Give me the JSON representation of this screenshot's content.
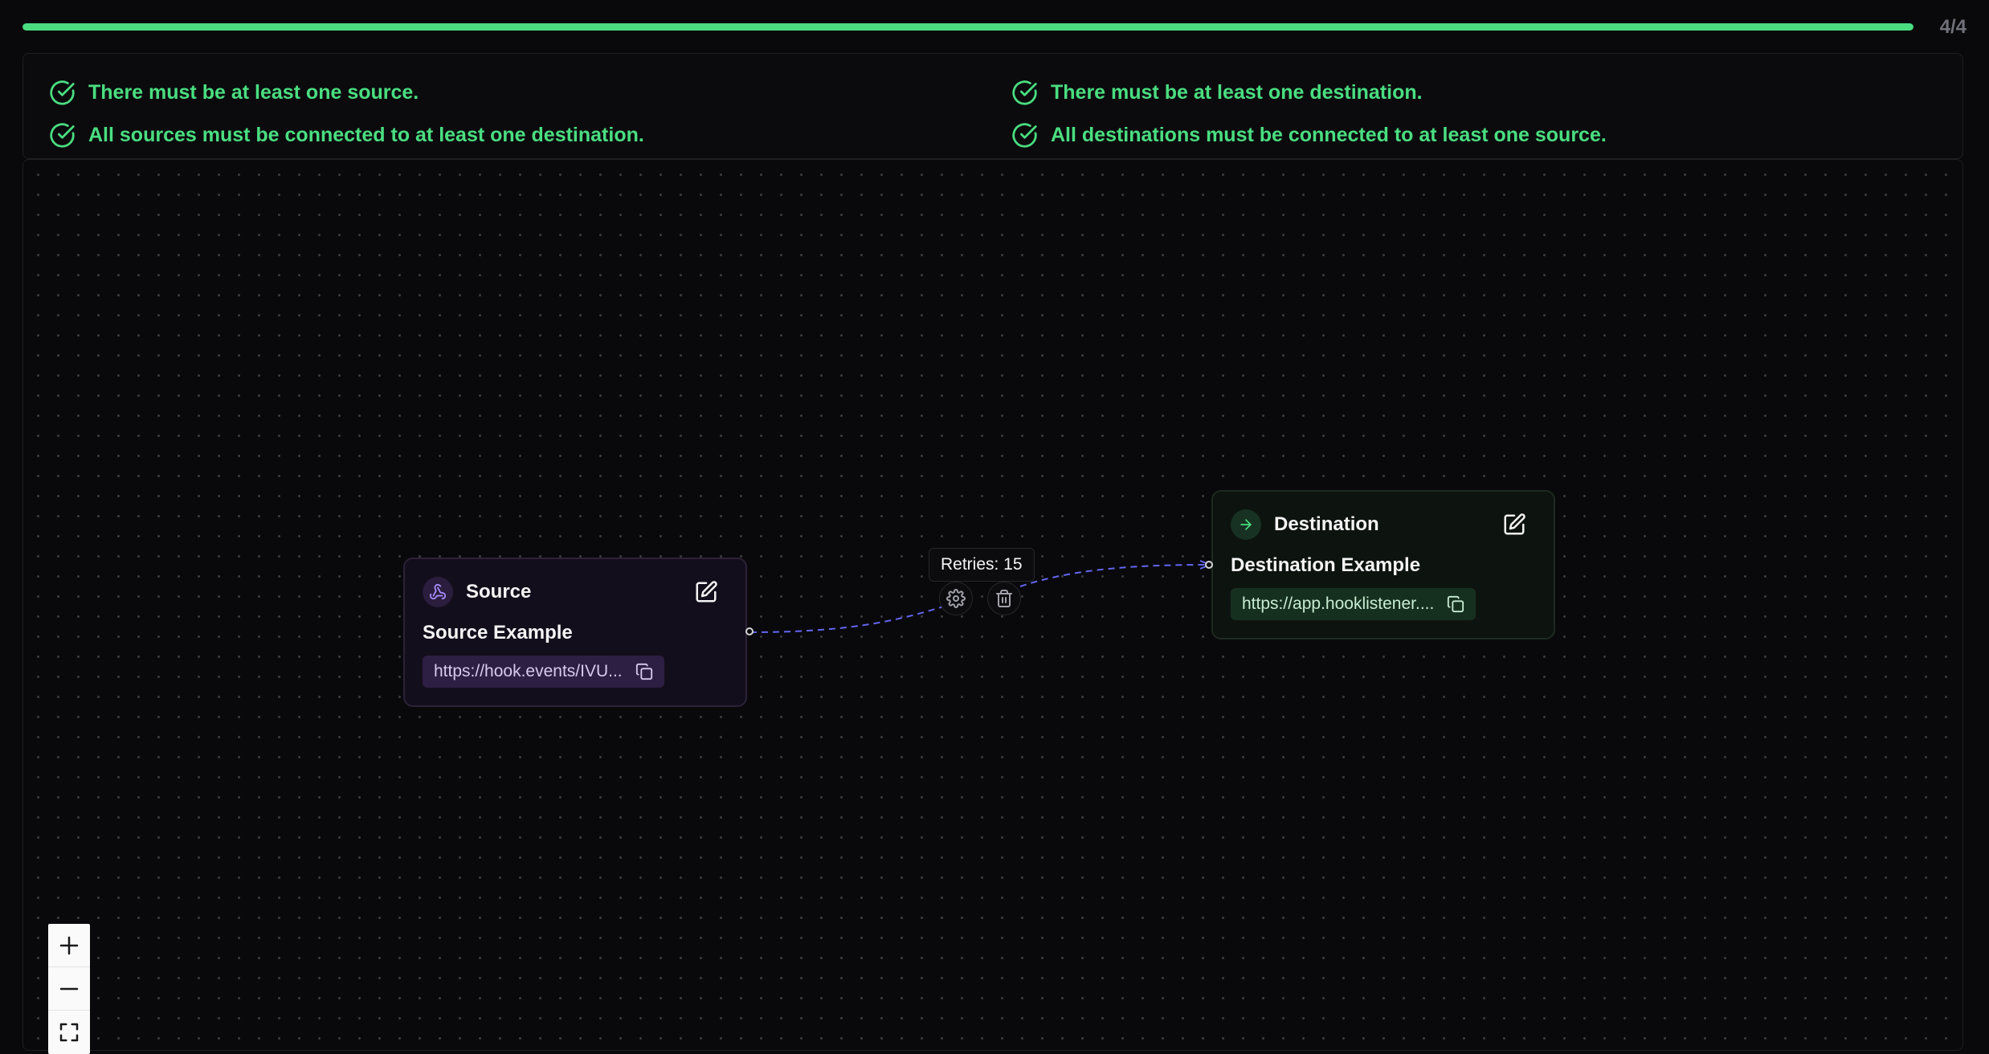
{
  "progress": {
    "label": "4/4",
    "fraction": 1.0
  },
  "checklist": [
    {
      "text": "There must be at least one source.",
      "status": "complete"
    },
    {
      "text": "There must be at least one destination.",
      "status": "complete"
    },
    {
      "text": "All sources must be connected to at least one destination.",
      "status": "complete"
    },
    {
      "text": "All destinations must be connected to at least one source.",
      "status": "complete"
    }
  ],
  "source_node": {
    "type_label": "Source",
    "name": "Source Example",
    "url": "https://hook.events/IVU...",
    "icon": "webhook-icon"
  },
  "destination_node": {
    "type_label": "Destination",
    "name": "Destination Example",
    "url": "https://app.hooklistener....",
    "icon": "arrow-right-icon"
  },
  "connection": {
    "retries_label": "Retries: 15"
  },
  "colors": {
    "success": "#4ade80",
    "source_accent": "#a78bfa",
    "destination_accent": "#4ade80",
    "edge": "#6366f1"
  }
}
